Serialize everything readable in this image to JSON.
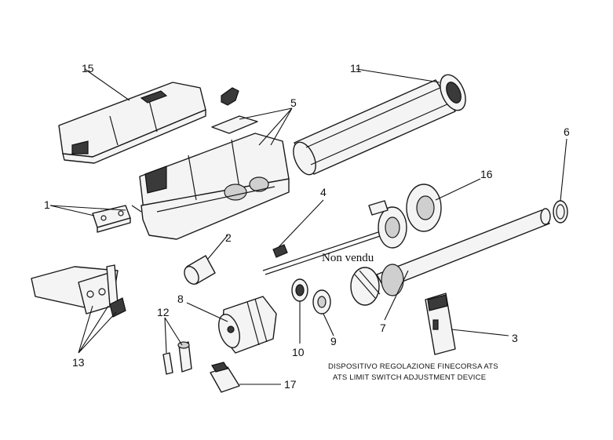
{
  "callouts": {
    "n1": "1",
    "n2": "2",
    "n3": "3",
    "n4": "4",
    "n5": "5",
    "n6": "6",
    "n7": "7",
    "n8": "8",
    "n9": "9",
    "n10": "10",
    "n11": "11",
    "n12": "12",
    "n13": "13",
    "n15": "15",
    "n16": "16",
    "n17": "17"
  },
  "annotations": {
    "not_sold": "Non vendu",
    "ats_it": "DISPOSITIVO REGOLAZIONE FINECORSA ATS",
    "ats_en": "ATS LIMIT SWITCH ADJUSTMENT DEVICE"
  }
}
